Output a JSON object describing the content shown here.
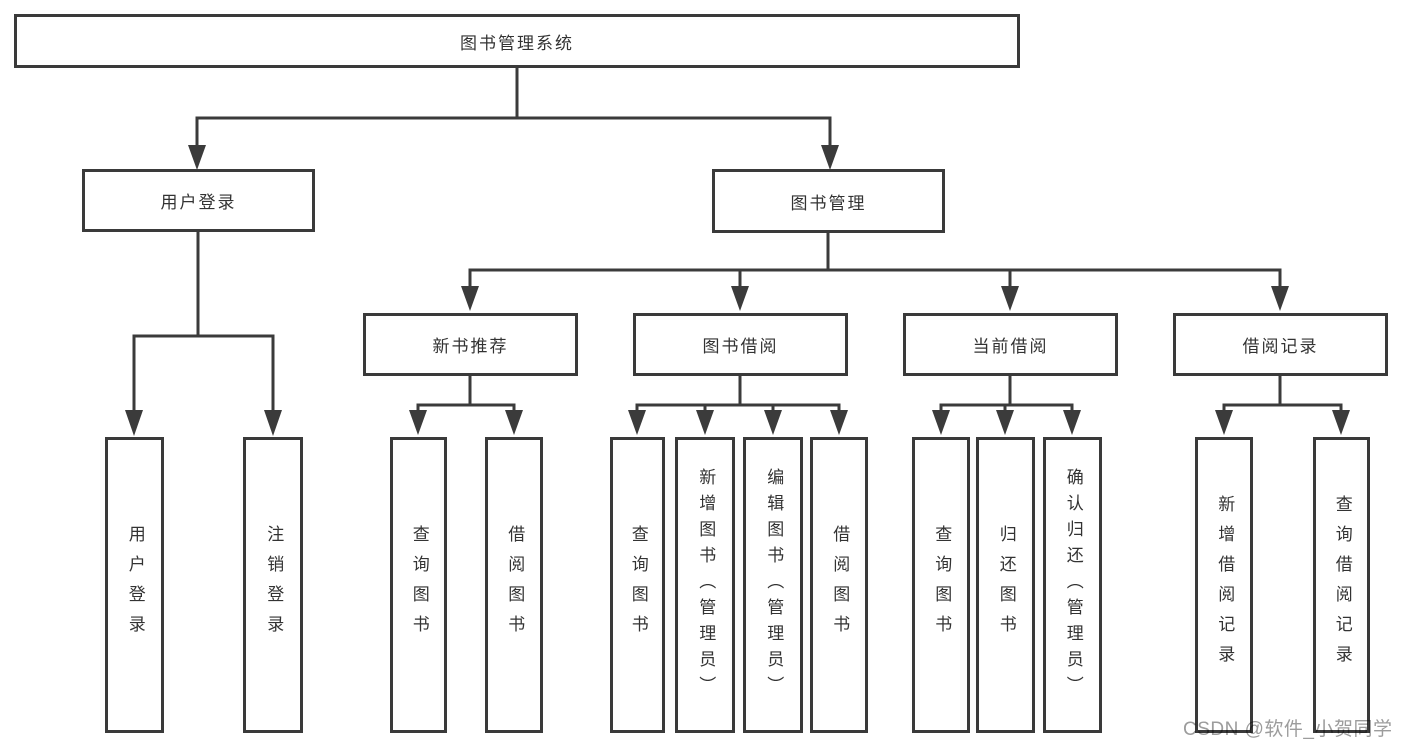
{
  "diagram": {
    "type": "hierarchy-tree",
    "colors": {
      "line": "#3b3b3b",
      "box_border": "#3a3a3a",
      "text": "#333333",
      "background": "#ffffff",
      "watermark": "#9c9c9c"
    },
    "watermark": "CSDN @软件_小贺同学"
  },
  "tree": {
    "root": {
      "label": "图书管理系统"
    },
    "branches": [
      {
        "label": "用户登录",
        "children": [
          {
            "label": "用户登录"
          },
          {
            "label": "注销登录"
          }
        ]
      },
      {
        "label": "图书管理",
        "children": [
          {
            "label": "新书推荐",
            "children": [
              {
                "label": "查询图书"
              },
              {
                "label": "借阅图书"
              }
            ]
          },
          {
            "label": "图书借阅",
            "children": [
              {
                "label": "查询图书"
              },
              {
                "label": "新增图书（管理员）"
              },
              {
                "label": "编辑图书（管理员）"
              },
              {
                "label": "借阅图书"
              }
            ]
          },
          {
            "label": "当前借阅",
            "children": [
              {
                "label": "查询图书"
              },
              {
                "label": "归还图书"
              },
              {
                "label": "确认归还（管理员）"
              }
            ]
          },
          {
            "label": "借阅记录",
            "children": [
              {
                "label": "新增借阅记录"
              },
              {
                "label": "查询借阅记录"
              }
            ]
          }
        ]
      }
    ]
  }
}
